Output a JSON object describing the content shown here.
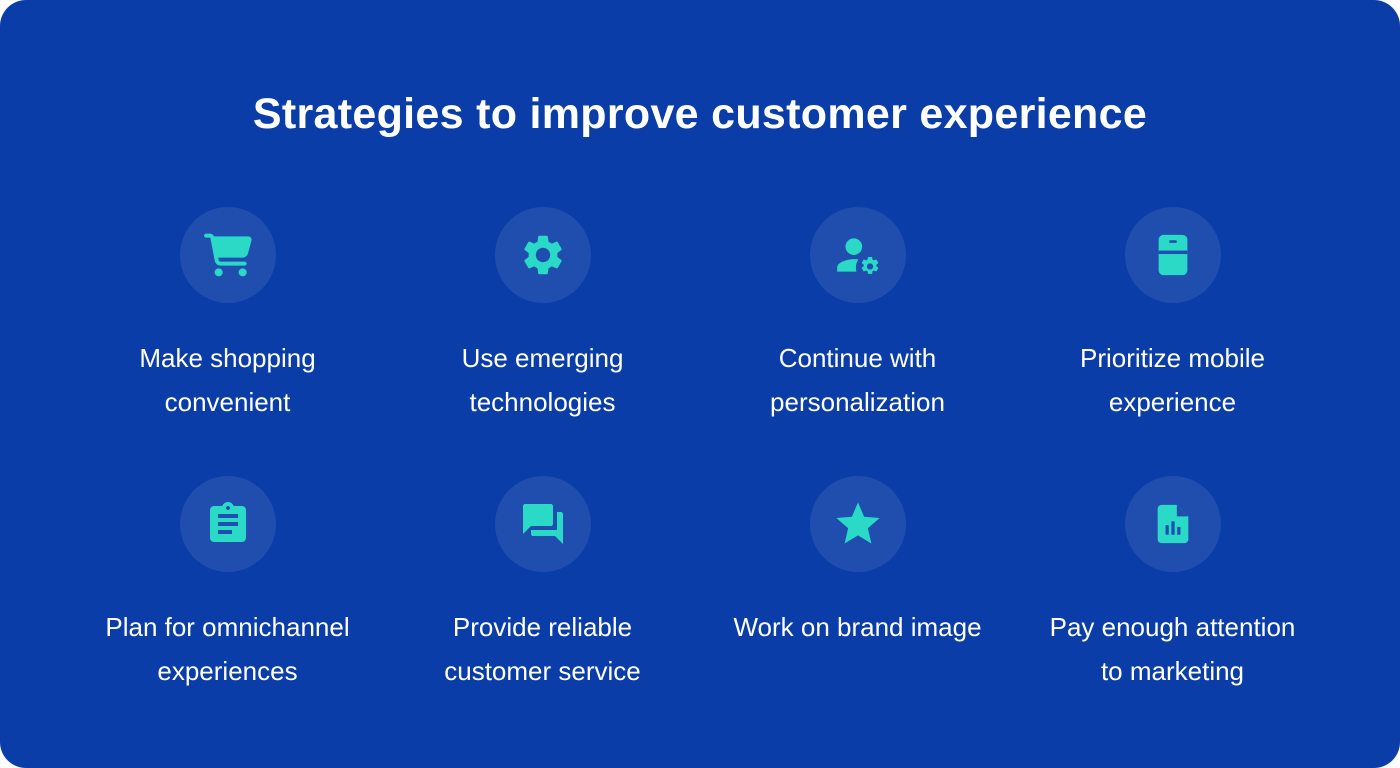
{
  "page": {
    "title": "Strategies to improve customer experience"
  },
  "theme": {
    "background": "#0a3da8",
    "circle_bg": "#204eaf",
    "icon_color": "#2bd9c7",
    "text_color": "#ffffff"
  },
  "items": [
    {
      "icon": "shopping-cart-icon",
      "line1": "Make shopping",
      "line2": "convenient"
    },
    {
      "icon": "gear-icon",
      "line1": "Use emerging",
      "line2": "technologies"
    },
    {
      "icon": "user-gear-icon",
      "line1": "Continue with",
      "line2": "personalization"
    },
    {
      "icon": "mobile-phone-icon",
      "line1": "Prioritize mobile",
      "line2": "experience"
    },
    {
      "icon": "clipboard-checklist-icon",
      "line1": "Plan for omnichannel",
      "line2": "experiences"
    },
    {
      "icon": "chat-bubbles-icon",
      "line1": "Provide reliable",
      "line2": "customer service"
    },
    {
      "icon": "star-icon",
      "line1": "Work on brand image",
      "line2": ""
    },
    {
      "icon": "document-chart-icon",
      "line1": "Pay enough attention",
      "line2": "to marketing"
    }
  ]
}
